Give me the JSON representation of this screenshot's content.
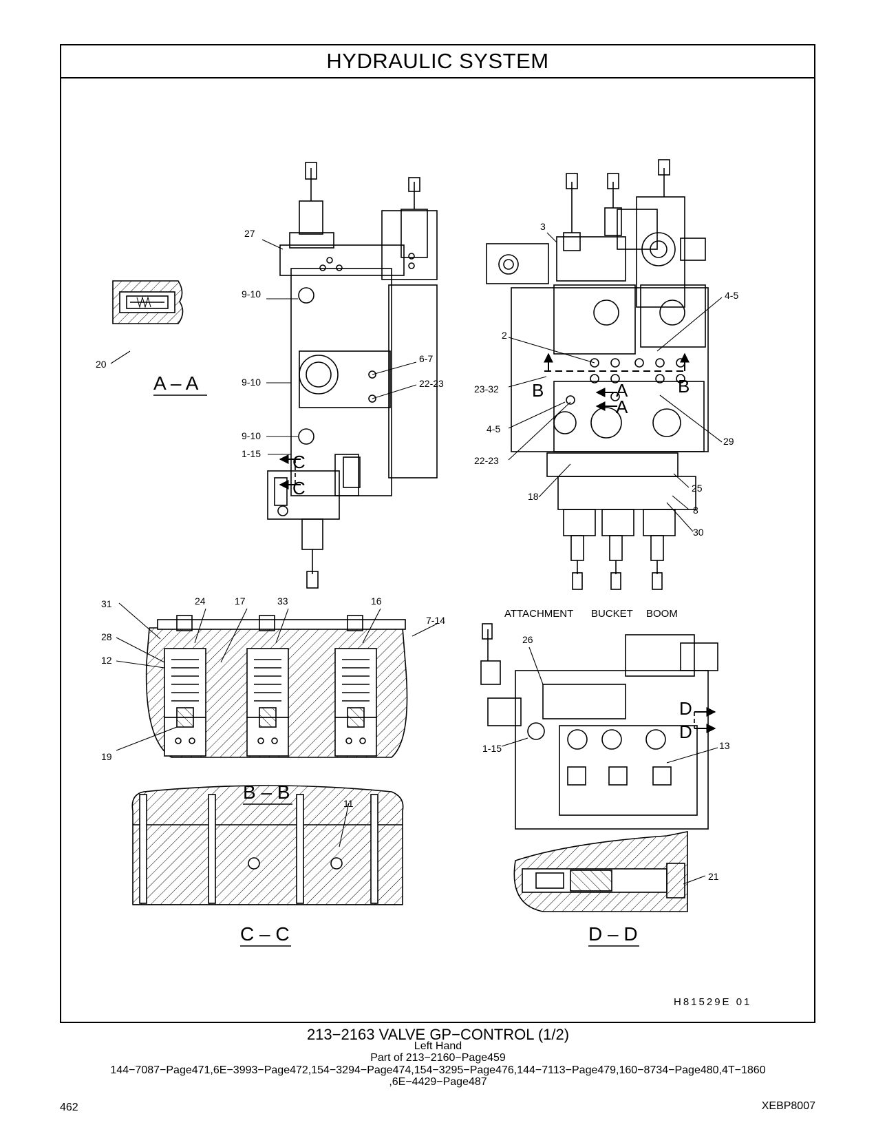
{
  "header": {
    "title": "HYDRAULIC   SYSTEM"
  },
  "section_labels": {
    "aa": "A – A",
    "bb": "B – B",
    "cc": "C – C",
    "dd": "D – D"
  },
  "view_labels": {
    "attachment": "ATTACHMENT",
    "bucket": "BUCKET",
    "boom": "BOOM"
  },
  "callouts": {
    "c27": "27",
    "c9_10a": "9-10",
    "c9_10b": "9-10",
    "c9_10c": "9-10",
    "c1_15a": "1-15",
    "c6_7": "6-7",
    "c22_23a": "22-23",
    "c20": "20",
    "c3": "3",
    "c4_5a": "4-5",
    "c2": "2",
    "c23_32": "23-32",
    "c4_5b": "4-5",
    "c22_23b": "22-23",
    "c29": "29",
    "c18": "18",
    "c25": "25",
    "c8": "8",
    "c30": "30",
    "c31": "31",
    "c24": "24",
    "c17": "17",
    "c33": "33",
    "c16": "16",
    "c7_14": "7-14",
    "c28": "28",
    "c12": "12",
    "c19": "19",
    "c11": "11",
    "c26": "26",
    "c1_15b": "1-15",
    "c13": "13",
    "c21": "21"
  },
  "section_markers": {
    "c_top": "C",
    "c_bottom": "C",
    "b_left": "B",
    "b_right": "B",
    "a_top": "A",
    "a_bottom": "A",
    "d_top": "D",
    "d_bottom": "D"
  },
  "drawing_id": "H81529E     01",
  "footer": {
    "caption": "213−2163   VALVE  GP−CONTROL (1/2)",
    "side": "Left  Hand",
    "part_of": "Part of 213−2160−Page459",
    "refs_line1": "144−7087−Page471,6E−3993−Page472,154−3294−Page474,154−3295−Page476,144−7113−Page479,160−8734−Page480,4T−1860",
    "refs_line2": ",6E−4429−Page487",
    "page_number": "462",
    "doc_code": "XEBP8007"
  }
}
